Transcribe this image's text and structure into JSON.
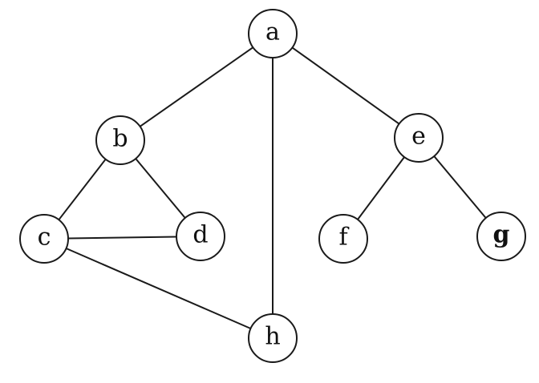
{
  "graph": {
    "nodes": [
      {
        "id": "a",
        "label": "a"
      },
      {
        "id": "b",
        "label": "b"
      },
      {
        "id": "c",
        "label": "c"
      },
      {
        "id": "d",
        "label": "d"
      },
      {
        "id": "e",
        "label": "e"
      },
      {
        "id": "f",
        "label": "f"
      },
      {
        "id": "g",
        "label": "g"
      },
      {
        "id": "h",
        "label": "h"
      }
    ],
    "edges": [
      [
        "a",
        "b"
      ],
      [
        "a",
        "e"
      ],
      [
        "a",
        "h"
      ],
      [
        "b",
        "c"
      ],
      [
        "b",
        "d"
      ],
      [
        "c",
        "d"
      ],
      [
        "c",
        "h"
      ],
      [
        "e",
        "f"
      ],
      [
        "e",
        "g"
      ]
    ]
  }
}
